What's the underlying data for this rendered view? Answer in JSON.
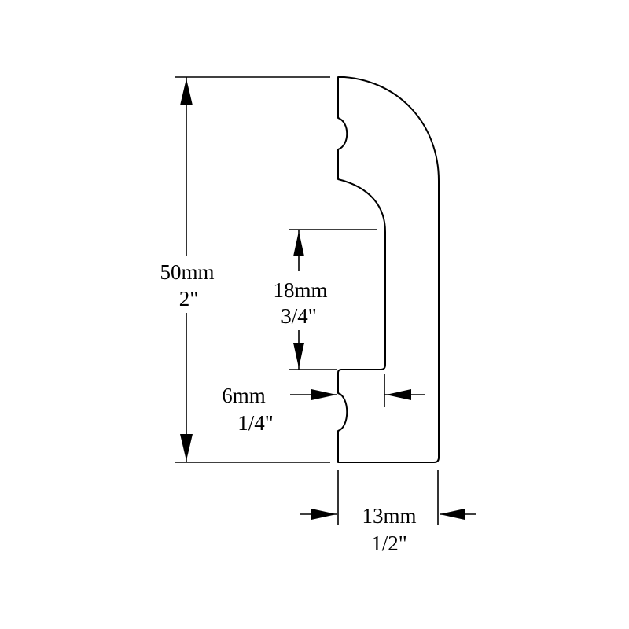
{
  "diagram": {
    "type": "molding-profile-dimension-drawing",
    "colors": {
      "stroke": "#000000",
      "background": "#ffffff"
    },
    "dimensions": {
      "height": {
        "metric": "50mm",
        "imperial": "2\""
      },
      "upper_gap": {
        "metric": "18mm",
        "imperial": "3/4\""
      },
      "rebate_depth": {
        "metric": "6mm",
        "imperial": "1/4\""
      },
      "thickness": {
        "metric": "13mm",
        "imperial": "1/2\""
      }
    }
  }
}
